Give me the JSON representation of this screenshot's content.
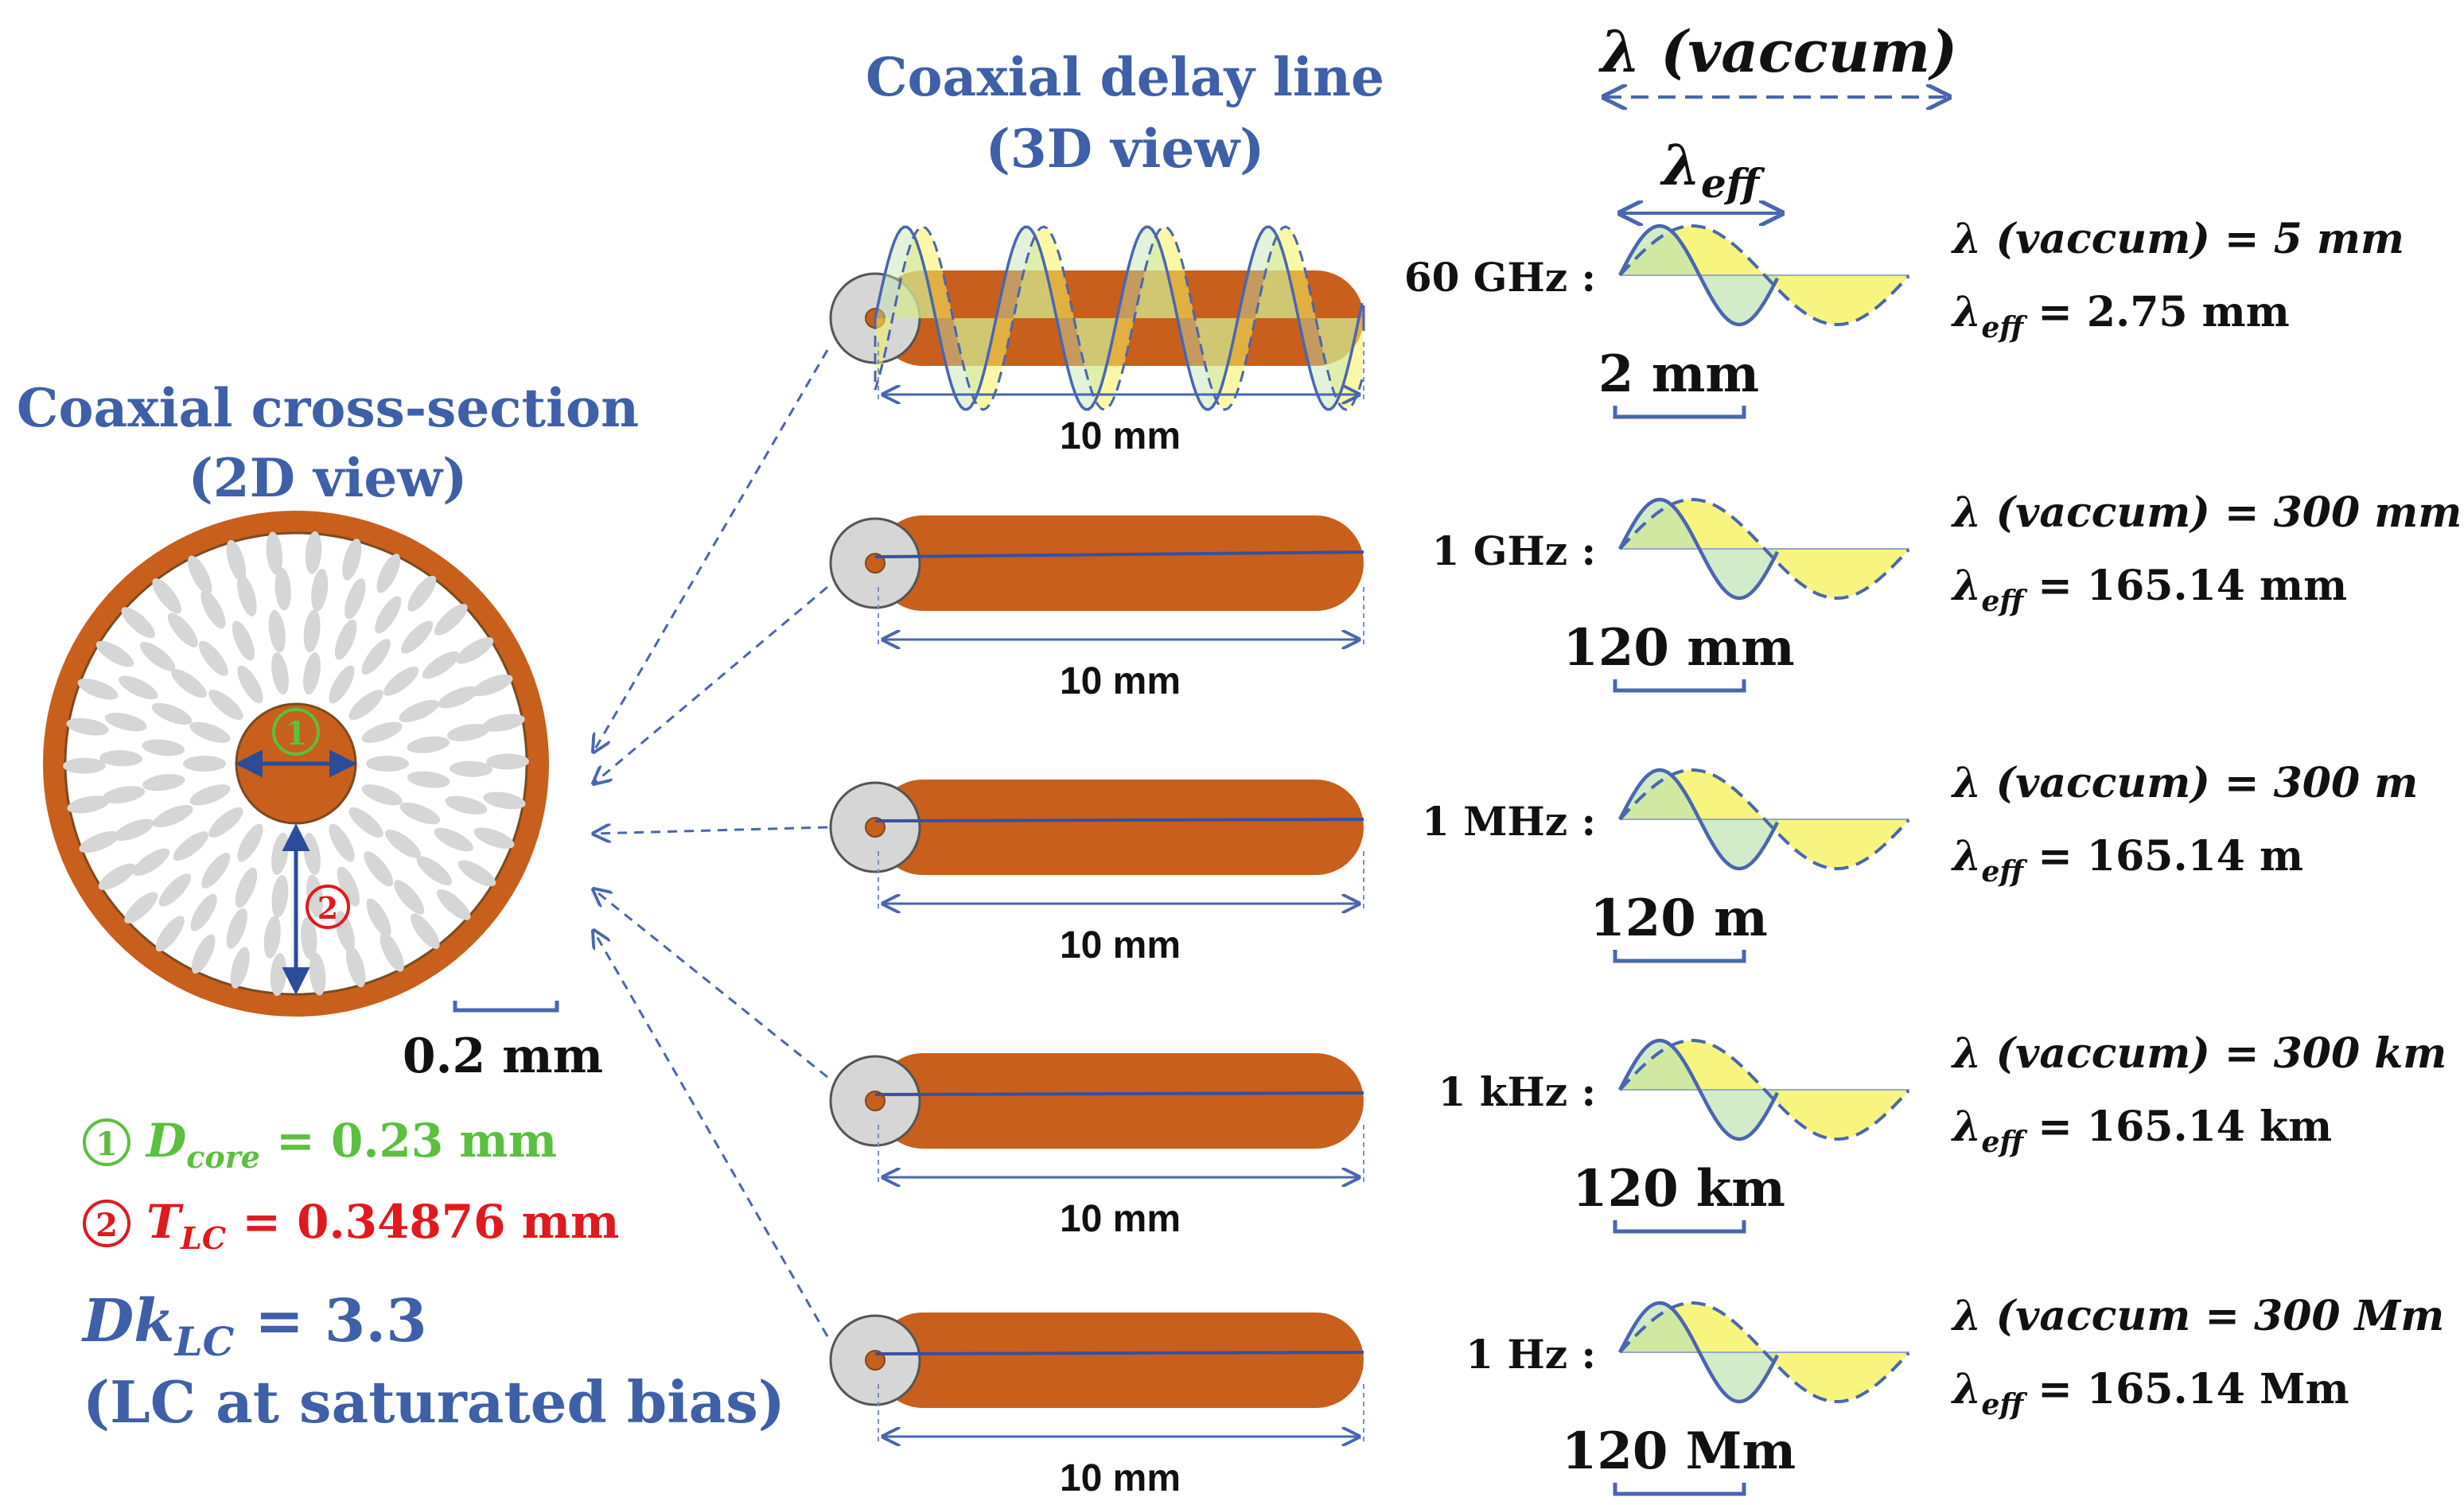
{
  "colors": {
    "copper": "#c85f1c",
    "blue_text": "#3f5fa8",
    "green": "#5bbf3f",
    "red": "#e0191e",
    "yellow": "#f5f25f",
    "wave_line": "#4a66b0",
    "dielectric": "#d6d6d6"
  },
  "cross_section": {
    "title_line1": "Coaxial cross-section",
    "title_line2": "(2D view)",
    "scale_label": "0.2 mm",
    "marker1": "①",
    "marker2": "②",
    "d_core_symbol": "D",
    "d_core_sub": "core",
    "d_core_value": " = 0.23 mm",
    "t_lc_symbol": "T",
    "t_lc_sub": "LC",
    "t_lc_value": " = 0.34876 mm",
    "dk_symbol": "Dk",
    "dk_sub": "LC",
    "dk_value": " = 3.3",
    "bias_note": "(LC at saturated bias)"
  },
  "delay_line": {
    "title_line1": "Coaxial delay line",
    "title_line2": "(3D view)",
    "length_label": "10 mm"
  },
  "wavelength_header": {
    "vac_label": "λ (vaccum)",
    "eff_symbol": "λ",
    "eff_sub": "eff"
  },
  "rows": [
    {
      "freq": "60 GHz :",
      "scale": "2 mm",
      "vac": "λ (vaccum) = 5 mm",
      "eff_value": " = 2.75 mm"
    },
    {
      "freq": "1 GHz :",
      "scale": "120 mm",
      "vac": "λ (vaccum) = 300 mm",
      "eff_value": " = 165.14 mm"
    },
    {
      "freq": "1 MHz :",
      "scale": "120 m",
      "vac": "λ (vaccum) = 300 m",
      "eff_value": " = 165.14 m"
    },
    {
      "freq": "1 kHz :",
      "scale": "120 km",
      "vac": "λ (vaccum) = 300 km",
      "eff_value": " = 165.14 km"
    },
    {
      "freq": "1 Hz :",
      "scale": "120 Mm",
      "vac": "λ (vaccum = 300 Mm",
      "eff_value": " = 165.14 Mm"
    }
  ]
}
